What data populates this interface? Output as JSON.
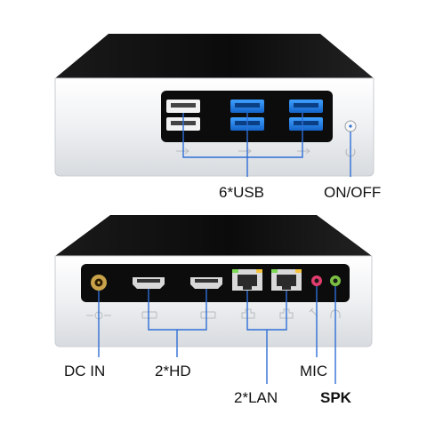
{
  "image": {
    "subject": "mini-pc-ports-diagram",
    "background": "#ffffff",
    "accent_line_color": "#2f6ed6",
    "case_top_color": "#0d0d0d",
    "case_body_color": "#f2f3f5"
  },
  "front_panel": {
    "usb_count": 6,
    "labels": {
      "usb": "6*USB",
      "power": "ON/OFF"
    }
  },
  "rear_panel": {
    "labels": {
      "dc_in": "DC IN",
      "hdmi": "2*HD",
      "lan": "2*LAN",
      "mic": "MIC",
      "spk": "SPK"
    }
  }
}
